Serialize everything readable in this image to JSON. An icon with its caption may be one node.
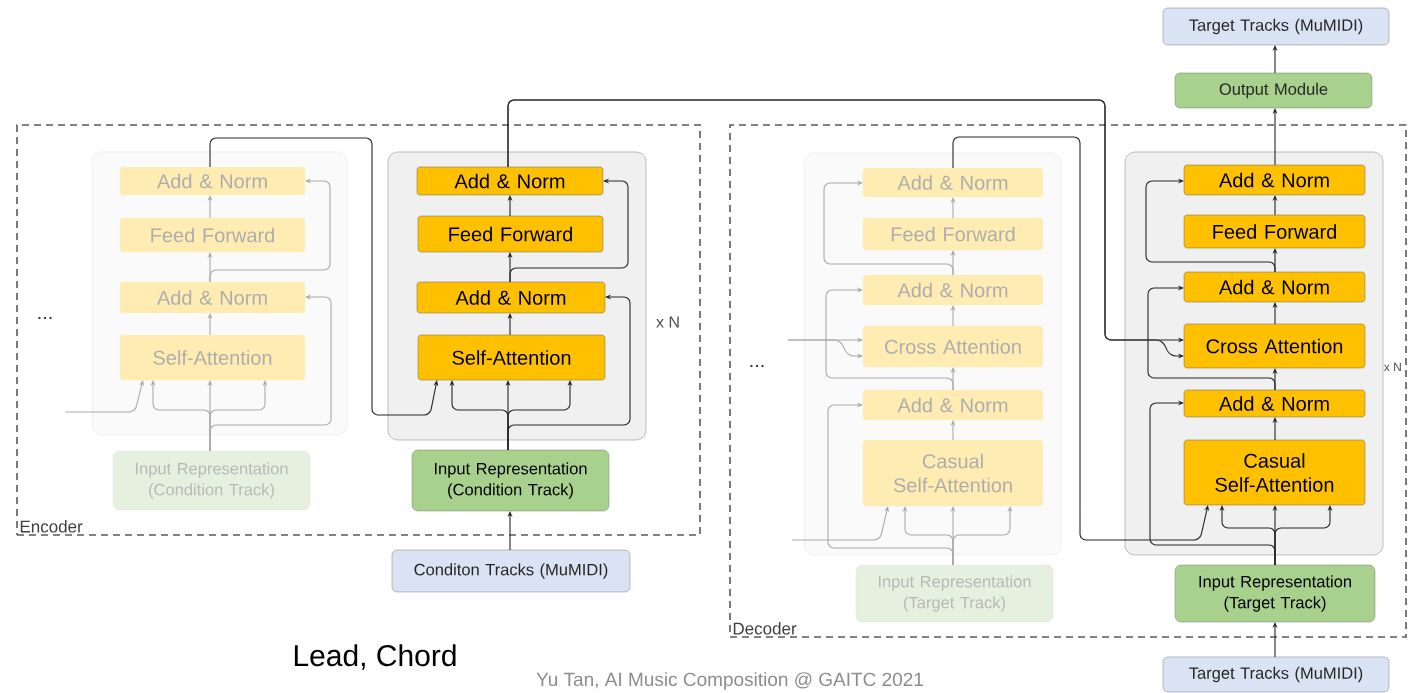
{
  "diagram": {
    "nodes": [
      {
        "text": [
          "Encoder"
        ]
      },
      {
        "text": [],
        "shape": "box",
        "in": 0
      },
      {
        "text": [
          "Add & Norm"
        ],
        "in": 1
      },
      {
        "text": [
          "Feed Forward"
        ],
        "in": 1
      },
      {
        "text": [
          "Add & Norm"
        ],
        "in": 1
      },
      {
        "text": [
          "Self-Attention"
        ],
        "in": 1
      },
      {
        "text": [
          "Input Representation (Condition Track)"
        ],
        "in": 0
      },
      {
        "text": [],
        "shape": "box",
        "in": 0
      },
      {
        "text": [
          "Add & Norm"
        ],
        "in": 7
      },
      {
        "text": [
          "Feed Forward"
        ],
        "in": 7
      },
      {
        "text": [
          "Add & Norm"
        ],
        "in": 7
      },
      {
        "text": [
          "Self-Attention"
        ],
        "in": 7
      },
      {
        "text": [
          "Input Representation (Condition Track)"
        ],
        "in": 0
      },
      {
        "text": [
          "Conditon Tracks (MuMIDI)"
        ]
      },
      {
        "text": [
          "Decoder"
        ]
      },
      {
        "text": [],
        "shape": "box",
        "in": 14
      },
      {
        "text": [
          "Add & Norm"
        ],
        "in": 15
      },
      {
        "text": [
          "Feed Forward"
        ],
        "in": 15
      },
      {
        "text": [
          "Add & Norm"
        ],
        "in": 15
      },
      {
        "text": [
          "Cross Attention"
        ],
        "in": 15
      },
      {
        "text": [
          "Add & Norm"
        ],
        "in": 15
      },
      {
        "text": [
          "Casual Self-Attention"
        ],
        "in": 15
      },
      {
        "text": [
          "Input Representation (Target Track)"
        ],
        "in": 14
      },
      {
        "text": [],
        "shape": "box",
        "in": 14
      },
      {
        "text": [
          "Add & Norm"
        ],
        "in": 23
      },
      {
        "text": [
          "Feed Forward"
        ],
        "in": 23
      },
      {
        "text": [
          "Add & Norm"
        ],
        "in": 23
      },
      {
        "text": [
          "Cross Attention"
        ],
        "in": 23
      },
      {
        "text": [
          "Add & Norm"
        ],
        "in": 23
      },
      {
        "text": [
          "Casual Self-Attention"
        ],
        "in": 23
      },
      {
        "text": [
          "Input Representation (Target Track)"
        ],
        "in": 14
      },
      {
        "text": [
          "Target Tracks (MuMIDI)"
        ]
      },
      {
        "text": [
          "Output Module"
        ]
      },
      {
        "text": [
          "Target Tracks (MuMIDI)"
        ]
      }
    ],
    "edges": [
      {
        "from": 6,
        "to": 5,
        "arrow": "to",
        "color": "#aaaaaa"
      },
      {
        "from": 6,
        "to": 5,
        "arrow": "to",
        "color": "#aaaaaa"
      },
      {
        "from": 6,
        "to": 5,
        "arrow": "to",
        "color": "#aaaaaa"
      },
      {
        "from": null,
        "to": 5,
        "arrow": "to",
        "color": "#aaaaaa"
      },
      {
        "from": 6,
        "to": 4,
        "arrow": "to",
        "color": "#aaaaaa"
      },
      {
        "from": 5,
        "to": 4,
        "arrow": "to",
        "color": "#aaaaaa"
      },
      {
        "from": 4,
        "to": 3,
        "arrow": "to",
        "color": "#aaaaaa"
      },
      {
        "from": 4,
        "to": 2,
        "arrow": "to",
        "color": "#aaaaaa"
      },
      {
        "from": 3,
        "to": 2,
        "arrow": "to",
        "color": "#aaaaaa"
      },
      {
        "from": 2,
        "to": 11,
        "arrow": "to"
      },
      {
        "from": 12,
        "to": 11,
        "arrow": "to"
      },
      {
        "from": 12,
        "to": 11,
        "arrow": "to"
      },
      {
        "from": 12,
        "to": 11,
        "arrow": "to"
      },
      {
        "from": 12,
        "to": 10,
        "arrow": "to"
      },
      {
        "from": 11,
        "to": 10,
        "arrow": "to"
      },
      {
        "from": 10,
        "to": 9,
        "arrow": "to"
      },
      {
        "from": 10,
        "to": 8,
        "arrow": "to"
      },
      {
        "from": 9,
        "to": 8,
        "arrow": "to"
      },
      {
        "from": 13,
        "to": 12,
        "arrow": "to"
      },
      {
        "from": 8,
        "to": 27,
        "arrow": "to"
      },
      {
        "from": 8,
        "to": 27,
        "arrow": "to"
      },
      {
        "from": 22,
        "to": 21,
        "arrow": "to",
        "color": "#aaaaaa"
      },
      {
        "from": 22,
        "to": 21,
        "arrow": "to",
        "color": "#aaaaaa"
      },
      {
        "from": 22,
        "to": 21,
        "arrow": "to",
        "color": "#aaaaaa"
      },
      {
        "from": null,
        "to": 21,
        "arrow": "to",
        "color": "#aaaaaa"
      },
      {
        "from": 22,
        "to": 20,
        "arrow": "to",
        "color": "#aaaaaa"
      },
      {
        "from": 21,
        "to": 20,
        "arrow": "to",
        "color": "#aaaaaa"
      },
      {
        "from": 20,
        "to": 19,
        "arrow": "to",
        "color": "#aaaaaa"
      },
      {
        "from": 20,
        "to": 18,
        "arrow": "to",
        "color": "#aaaaaa"
      },
      {
        "from": null,
        "to": 19,
        "arrow": "to",
        "color": "#aaaaaa"
      },
      {
        "from": null,
        "to": 19,
        "arrow": "to",
        "color": "#aaaaaa"
      },
      {
        "from": 19,
        "to": 18,
        "arrow": "to",
        "color": "#aaaaaa"
      },
      {
        "from": 18,
        "to": 17,
        "arrow": "to",
        "color": "#aaaaaa"
      },
      {
        "from": 18,
        "to": 16,
        "arrow": "to",
        "color": "#aaaaaa"
      },
      {
        "from": 17,
        "to": 16,
        "arrow": "to",
        "color": "#aaaaaa"
      },
      {
        "from": 16,
        "to": 29,
        "arrow": "to"
      },
      {
        "from": 30,
        "to": 29,
        "arrow": "to"
      },
      {
        "from": 30,
        "to": 29,
        "arrow": "to"
      },
      {
        "from": 30,
        "to": 29,
        "arrow": "to"
      },
      {
        "from": 30,
        "to": 28,
        "arrow": "to"
      },
      {
        "from": 29,
        "to": 28,
        "arrow": "to"
      },
      {
        "from": 28,
        "to": 27,
        "arrow": "to"
      },
      {
        "from": 28,
        "to": 26,
        "arrow": "to"
      },
      {
        "from": 27,
        "to": 26,
        "arrow": "to"
      },
      {
        "from": 26,
        "to": 25,
        "arrow": "to"
      },
      {
        "from": 26,
        "to": 24,
        "arrow": "to"
      },
      {
        "from": 25,
        "to": 24,
        "arrow": "to"
      },
      {
        "from": 24,
        "to": 32,
        "arrow": "to"
      },
      {
        "from": 32,
        "to": 33,
        "arrow": "to"
      },
      {
        "from": 31,
        "to": 30,
        "arrow": "to"
      }
    ],
    "labels": [
      "...",
      "x N",
      "...",
      "x N",
      "Lead, Chord",
      "Yu Tan, AI Music Composition @ GAITC 2021"
    ]
  }
}
